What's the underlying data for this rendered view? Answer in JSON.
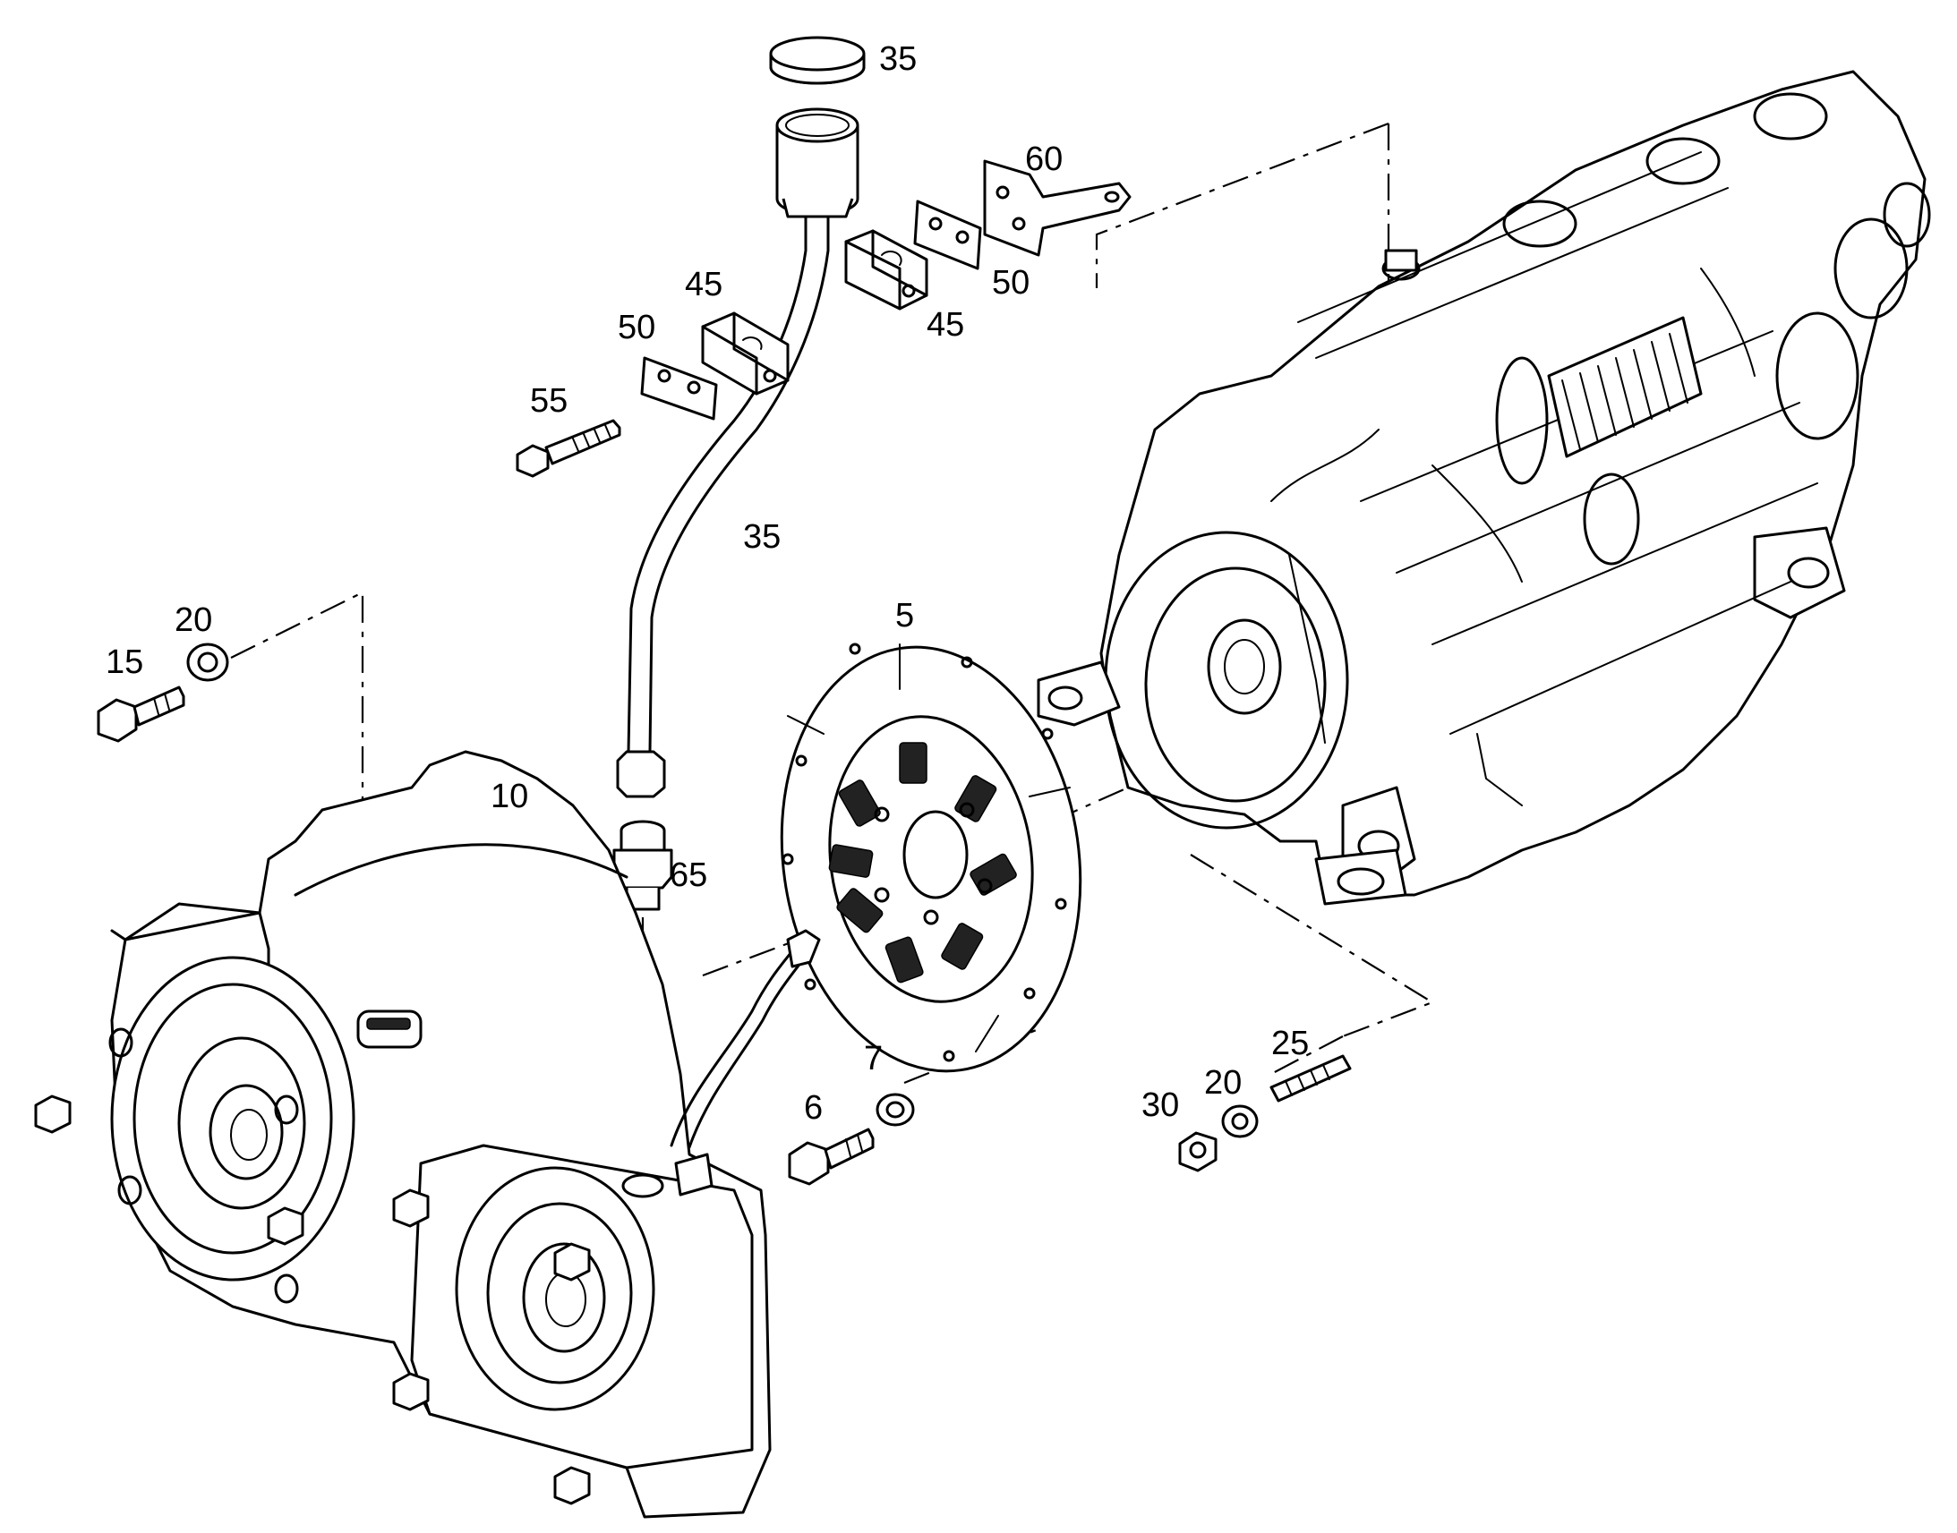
{
  "colors": {
    "line": "#000000",
    "background": "#ffffff"
  },
  "callouts": {
    "cap": "35",
    "fill_pipe": "35",
    "bracket": "60",
    "spacer_upper": "50",
    "spacer_lower": "50",
    "clamp_upper": "45",
    "clamp_lower": "45",
    "bolt_clamp": "55",
    "damper": "5",
    "housing": "10",
    "bolt_housing": "15",
    "washer_housing": "20",
    "adapter": "65",
    "bolt_damper": "6",
    "washer_damper": "7",
    "stud": "25",
    "washer_stud": "20",
    "nut_stud": "30"
  }
}
